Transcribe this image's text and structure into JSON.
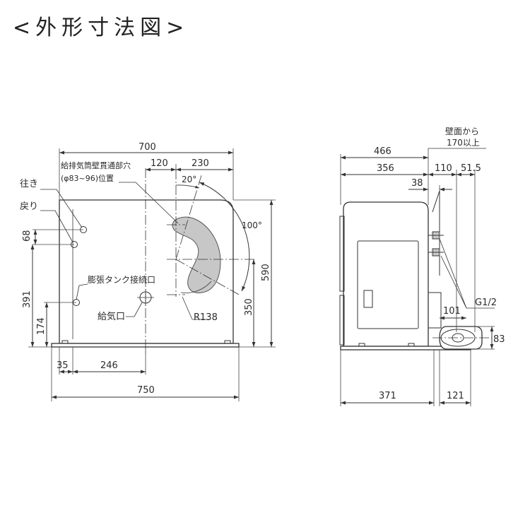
{
  "title": "<外形寸法図>",
  "front": {
    "width_total": "700",
    "dim_120": "120",
    "dim_230": "230",
    "vent_label_1": "給排気筒壁貫通部穴",
    "vent_label_2": "(φ83~96)位置",
    "angle_20": "20°",
    "angle_100": "100°",
    "return_label": "往き",
    "supply_label": "戻り",
    "dim_68": "68",
    "dim_391": "391",
    "dim_174": "174",
    "expansion_label": "膨張タンク接続口",
    "intake_label": "給気口",
    "radius_label": "R138",
    "dim_350": "350",
    "dim_590": "590",
    "dim_35": "35",
    "dim_246": "246",
    "base_width": "750"
  },
  "side": {
    "wall_label_1": "壁面から",
    "wall_label_2": "170以上",
    "dim_466": "466",
    "dim_356": "356",
    "dim_110": "110",
    "dim_51_5": "51.5",
    "dim_38": "38",
    "thread_label": "G1/2",
    "dim_101": "101",
    "dim_83": "83",
    "dim_371": "371",
    "dim_121": "121"
  }
}
